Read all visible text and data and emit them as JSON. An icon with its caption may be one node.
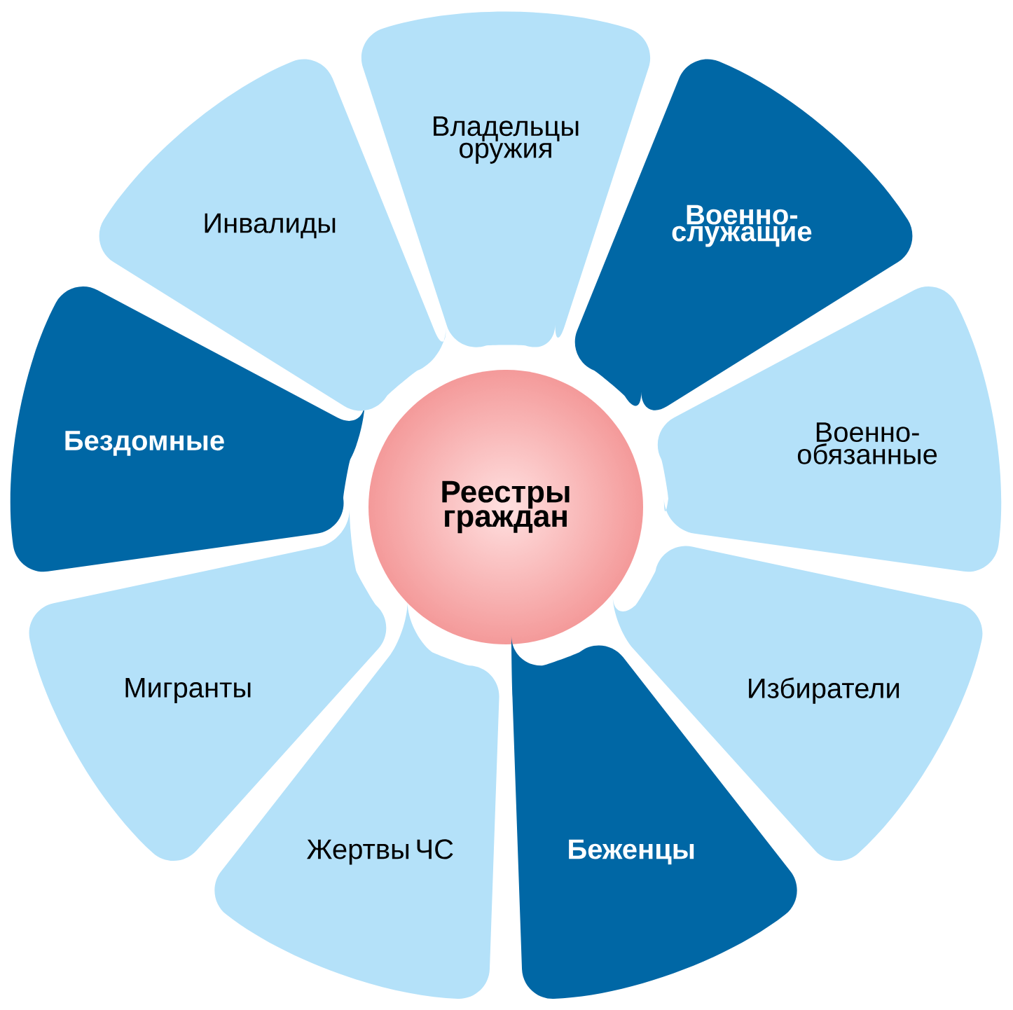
{
  "diagram": {
    "nodes": [
      {
        "text": [
          "Реестры граждан"
        ]
      },
      {
        "text": [
          "Владельцы оружия"
        ]
      },
      {
        "text": [
          "Военно- служащие"
        ]
      },
      {
        "text": [
          "Военно- обязанные"
        ]
      },
      {
        "text": [
          "Избиратели"
        ]
      },
      {
        "text": [
          "Беженцы"
        ]
      },
      {
        "text": [
          "Жертвы ЧС"
        ]
      },
      {
        "text": [
          "Мигранты"
        ]
      },
      {
        "text": [
          "Бездомные"
        ]
      },
      {
        "text": [
          "Инвалиды"
        ]
      }
    ]
  }
}
